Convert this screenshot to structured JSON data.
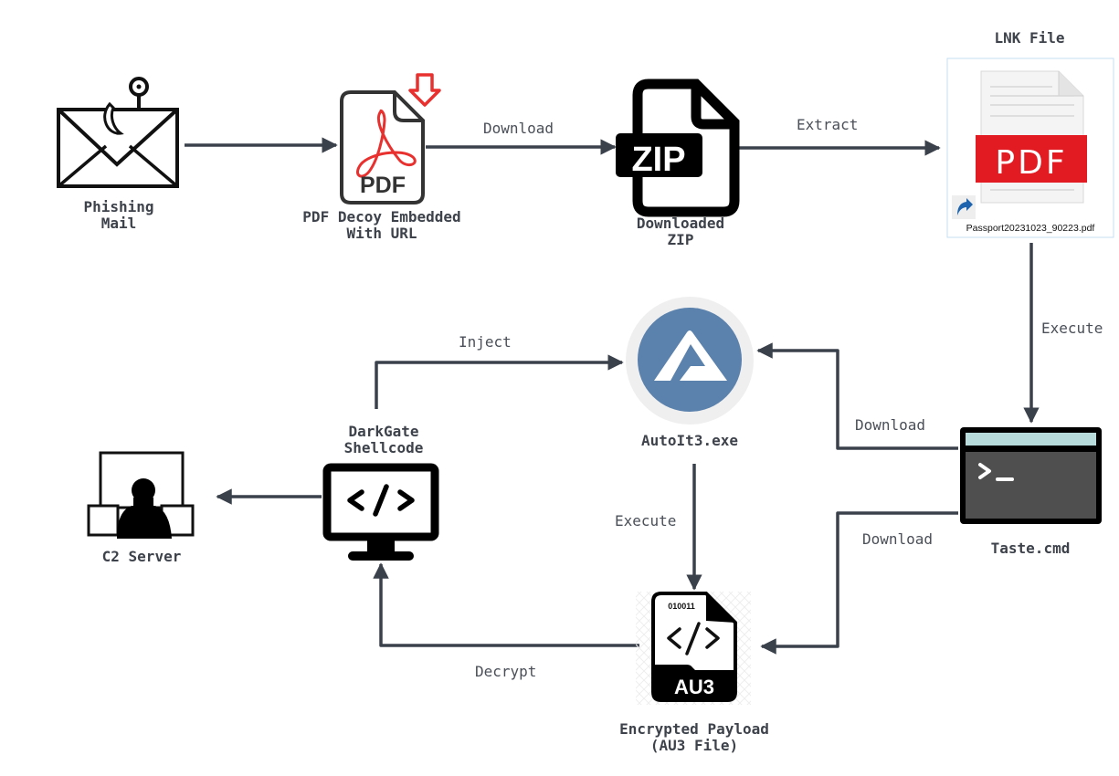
{
  "diagram": {
    "nodes": {
      "phishing_mail": {
        "label": "Phishing\nMail",
        "icon": "envelope-hook-icon"
      },
      "pdf_decoy": {
        "label": "PDF Decoy Embedded\nWith URL",
        "icon": "pdf-download-icon",
        "icon_text": "PDF"
      },
      "downloaded_zip": {
        "label": "Downloaded\nZIP",
        "icon": "zip-file-icon",
        "icon_text": "ZIP"
      },
      "lnk_file": {
        "label": "LNK File",
        "icon": "pdf-shortcut-icon",
        "icon_text": "PDF",
        "filename": "Passport20231023_90223.pdf"
      },
      "taste_cmd": {
        "label": "Taste.cmd",
        "icon": "terminal-icon"
      },
      "autoit": {
        "label": "AutoIt3.exe",
        "icon": "autoit-logo-icon"
      },
      "payload": {
        "label": "Encrypted Payload\n(AU3 File)",
        "icon": "au3-file-icon",
        "icon_text": "AU3",
        "binary_text": "010011"
      },
      "shellcode": {
        "label": "DarkGate\nShellcode",
        "icon": "code-monitor-icon"
      },
      "c2_server": {
        "label": "C2 Server",
        "icon": "operator-monitors-icon"
      }
    },
    "edges": [
      {
        "from": "phishing_mail",
        "to": "pdf_decoy",
        "label": ""
      },
      {
        "from": "pdf_decoy",
        "to": "downloaded_zip",
        "label": "Download"
      },
      {
        "from": "downloaded_zip",
        "to": "lnk_file",
        "label": "Extract"
      },
      {
        "from": "lnk_file",
        "to": "taste_cmd",
        "label": "Execute"
      },
      {
        "from": "taste_cmd",
        "to": "autoit",
        "label": "Download"
      },
      {
        "from": "taste_cmd",
        "to": "payload",
        "label": "Download"
      },
      {
        "from": "autoit",
        "to": "payload",
        "label": "Execute"
      },
      {
        "from": "payload",
        "to": "shellcode",
        "label": "Decrypt"
      },
      {
        "from": "shellcode",
        "to": "autoit",
        "label": "Inject"
      },
      {
        "from": "shellcode",
        "to": "c2_server",
        "label": ""
      }
    ],
    "colors": {
      "edge": "#3b414b",
      "label": "#3d424b",
      "pdf_red": "#e8312f",
      "lnk_red": "#e21b23",
      "autoit_blue": "#5b81ad",
      "terminal_bar": "#b7dada",
      "terminal_body": "#4f4f4f"
    }
  }
}
